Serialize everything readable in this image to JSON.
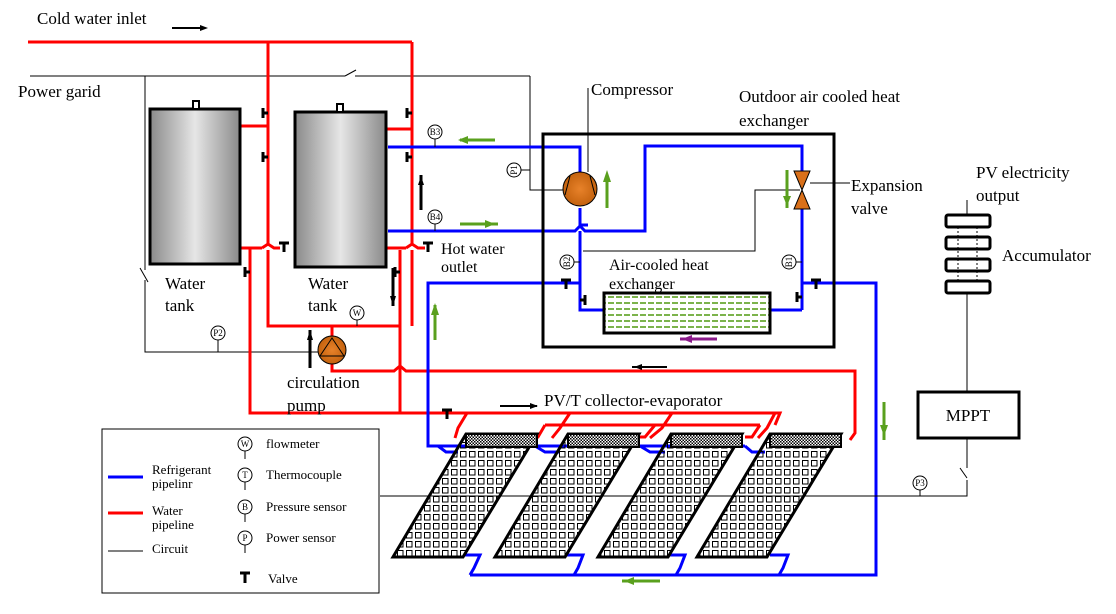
{
  "diagram": {
    "labels": {
      "cold_water_inlet": "Cold water inlet",
      "power_grid": "Power garid",
      "compressor": "Compressor",
      "outdoor_hx_line1": "Outdoor air cooled heat",
      "outdoor_hx_line2": "exchanger",
      "expansion_valve_line1": "Expansion",
      "expansion_valve_line2": "valve",
      "pv_output_line1": "PV electricity",
      "pv_output_line2": "output",
      "accumulator": "Accumulator",
      "air_cooled_hx_line1": "Air-cooled heat",
      "air_cooled_hx_line2": "exchanger",
      "hot_water_outlet_line1": "Hot water",
      "hot_water_outlet_line2": "outlet",
      "water_tank1_line1": "Water",
      "water_tank1_line2": "tank",
      "water_tank2_line1": "Water",
      "water_tank2_line2": "tank",
      "circulation_pump_line1": "circulation",
      "circulation_pump_line2": "pump",
      "pvt_collector": "PV/T collector-evaporator",
      "mppt": "MPPT"
    },
    "sensors": {
      "b1": "B1",
      "b2": "B2",
      "b3": "B3",
      "b4": "B4",
      "p1": "P1",
      "p2": "P2",
      "p3": "P3",
      "w": "W"
    },
    "legend": {
      "lines": [
        {
          "label_line1": "Refrigerant",
          "label_line2": "pipelinr",
          "color": "#0000ff"
        },
        {
          "label_line1": "Water",
          "label_line2": "pipeline",
          "color": "#ff0000"
        },
        {
          "label_line1": "Circuit",
          "label_line2": "",
          "color": "#000000"
        }
      ],
      "symbols": [
        {
          "glyph": "W",
          "label": "flowmeter"
        },
        {
          "glyph": "T",
          "label": "Thermocouple"
        },
        {
          "glyph": "B",
          "label": "Pressure sensor"
        },
        {
          "glyph": "P",
          "label": "Power sensor"
        },
        {
          "glyph": "T",
          "label": "Valve"
        }
      ]
    },
    "colors": {
      "refrigerant": "#0000ff",
      "water": "#ff0000",
      "circuit": "#000000",
      "flow_arrow": "#5aa01e",
      "air_arrow": "#8b1a8b",
      "component_orange": "#d9701a",
      "hx_fill": "#5aa01e"
    }
  }
}
